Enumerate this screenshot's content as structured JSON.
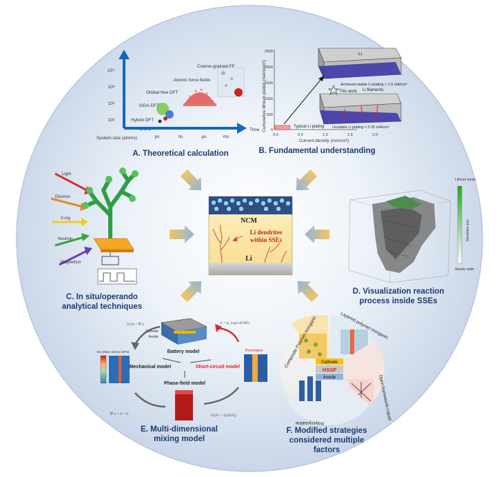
{
  "colors": {
    "circle_bg_center": "#f4f7fb",
    "circle_bg_edge": "#c9d6e8",
    "label_blue": "#1f3a73",
    "arrow_yellow": "#f2c15f",
    "arrow_blue": "#8fb5dc",
    "axis_blue": "#1565c0",
    "dendrite_red": "#c94a3a",
    "center_yellow": "#fbe7a6"
  },
  "center": {
    "ncm": "NCM",
    "dendrites_line1": "Li dendrites",
    "dendrites_line2": "within SSEs",
    "li": "Li"
  },
  "panel_a": {
    "caption": "A. Theoretical calculation",
    "y_ticks": [
      "10⁴",
      "10³",
      "10²",
      "10¹"
    ],
    "y_title": "System size (atoms)",
    "x_title": "Time",
    "x_ticks": [
      "ps",
      "ns",
      "μs",
      "ms"
    ],
    "methods": [
      "Coarse-grained FF",
      "Atomic force fields",
      "Orbital free DFT",
      "GGA-DFT",
      "Hybrid DFT"
    ]
  },
  "panel_b": {
    "caption": "B. Fundamental understanding",
    "y_title": "Cumulative lithium plated (mAh/cm²)",
    "x_title": "Current density (mA/cm²)",
    "y_ticks": [
      "2500",
      "2000",
      "1500",
      "1000",
      "500",
      "0"
    ],
    "x_ticks": [
      "0.0",
      "0.5",
      "1.0",
      "1.5",
      "2.0"
    ],
    "anno_top": "Li",
    "anno_stable": "Achieved stable Li plating > 1.0 mA/cm²",
    "anno_this_work": "This work",
    "anno_filaments": "Li filaments",
    "anno_typical": "Typical Li plating",
    "anno_unstable": "Unstable Li plating < 0.25 mA/cm²"
  },
  "panel_c": {
    "caption_line1": "C. In situ/operando",
    "caption_line2": "analytical techniques",
    "probes": [
      "Light",
      "Electron",
      "X-ray",
      "Neutron",
      "Magnetism"
    ]
  },
  "panel_d": {
    "caption_line1": "D. Visualization reaction",
    "caption_line2": "process inside SSEs",
    "colorbar_top": "Lithium metal",
    "colorbar_mid": "Dendrites size",
    "colorbar_bottom": "Steady state"
  },
  "panel_e": {
    "caption_line1": "E. Multi-dimensional",
    "caption_line2": "mixing model",
    "battery_model": "Battery model",
    "mechanical_model": "Mechanical model",
    "short_circuit_model": "Short-circuit model",
    "phase_field_model": "Phase-field model",
    "cathode": "Cathode",
    "anode": "Anode",
    "colorbar_label": "Von Mises stress (GPa)",
    "permeation": "Permeation"
  },
  "panel_f": {
    "caption_line1": "F. Modified strategies",
    "caption_line2": "considered multiple",
    "caption_line3": "factors",
    "arc_composite": "Composite Polymer-Inorganic",
    "arc_layered": "Layered polymer-inorganic",
    "arc_polycrystalline": "Polycrystalline",
    "arc_open_framework": "Open framework-Liquid",
    "cathode": "Cathode",
    "center": "HSSP",
    "anode": "Anode"
  }
}
